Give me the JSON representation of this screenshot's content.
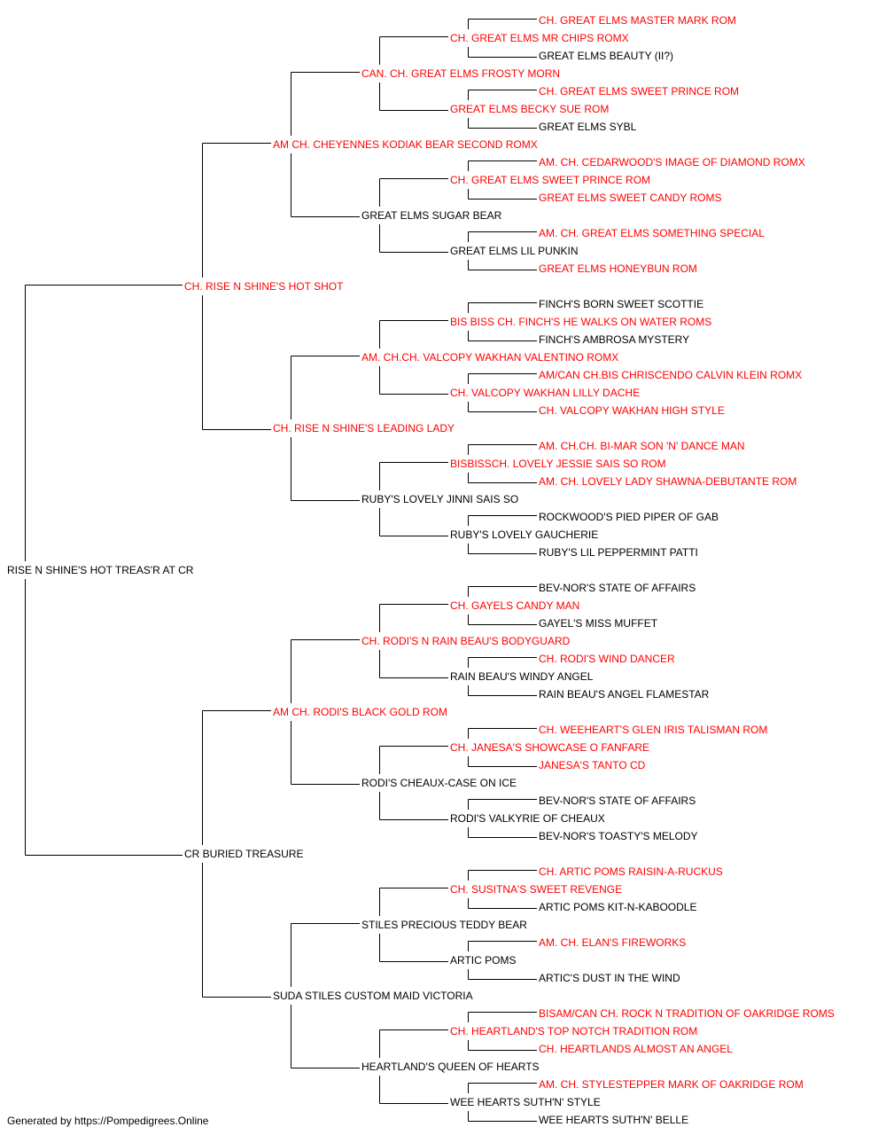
{
  "colors": {
    "champion": "#ff0000",
    "normal": "#000000",
    "line": "#000000"
  },
  "subject": {
    "name": "RISE N SHINE'S HOT TREAS'R AT CR",
    "ch": false
  },
  "gen1": [
    {
      "name": "CH. RISE N SHINE'S HOT SHOT",
      "ch": true
    },
    {
      "name": "CR BURIED TREASURE",
      "ch": false
    }
  ],
  "gen2": [
    {
      "name": "AM CH. CHEYENNES KODIAK BEAR SECOND ROMX",
      "ch": true
    },
    {
      "name": "CH. RISE N SHINE'S LEADING LADY",
      "ch": true
    },
    {
      "name": "AM CH. RODI'S BLACK GOLD ROM",
      "ch": true
    },
    {
      "name": "SUDA STILES CUSTOM MAID VICTORIA",
      "ch": false
    }
  ],
  "gen3": [
    {
      "name": "CAN. CH. GREAT ELMS FROSTY MORN",
      "ch": true
    },
    {
      "name": "GREAT ELMS SUGAR BEAR",
      "ch": false
    },
    {
      "name": "AM. CH.CH. VALCOPY WAKHAN VALENTINO ROMX",
      "ch": true
    },
    {
      "name": "RUBY'S LOVELY JINNI SAIS SO",
      "ch": false
    },
    {
      "name": "CH. RODI'S N RAIN BEAU'S BODYGUARD",
      "ch": true
    },
    {
      "name": "RODI'S CHEAUX-CASE ON ICE",
      "ch": false
    },
    {
      "name": "STILES PRECIOUS TEDDY BEAR",
      "ch": false
    },
    {
      "name": "HEARTLAND'S QUEEN OF HEARTS",
      "ch": false
    }
  ],
  "gen4": [
    {
      "name": "CH. GREAT ELMS MR CHIPS ROMX",
      "ch": true
    },
    {
      "name": "GREAT ELMS BECKY SUE ROM",
      "ch": true
    },
    {
      "name": "CH. GREAT ELMS SWEET PRINCE ROM",
      "ch": true
    },
    {
      "name": "GREAT ELMS LIL PUNKIN",
      "ch": false
    },
    {
      "name": "BIS BISS CH. FINCH'S HE WALKS ON WATER ROMS",
      "ch": true
    },
    {
      "name": "CH. VALCOPY WAKHAN LILLY DACHE",
      "ch": true
    },
    {
      "name": "BISBISSCH. LOVELY JESSIE SAIS SO ROM",
      "ch": true
    },
    {
      "name": "RUBY'S LOVELY GAUCHERIE",
      "ch": false
    },
    {
      "name": "CH. GAYELS CANDY MAN",
      "ch": true
    },
    {
      "name": "RAIN BEAU'S WINDY ANGEL",
      "ch": false
    },
    {
      "name": "CH. JANESA'S SHOWCASE O FANFARE",
      "ch": true
    },
    {
      "name": "RODI'S VALKYRIE OF CHEAUX",
      "ch": false
    },
    {
      "name": "CH. SUSITNA'S SWEET REVENGE",
      "ch": true
    },
    {
      "name": "ARTIC POMS",
      "ch": false
    },
    {
      "name": "CH. HEARTLAND'S TOP NOTCH TRADITION ROM",
      "ch": true
    },
    {
      "name": "WEE HEARTS SUTH'N' STYLE",
      "ch": false
    }
  ],
  "gen5": [
    {
      "name": "CH. GREAT ELMS MASTER MARK ROM",
      "ch": true
    },
    {
      "name": "GREAT ELMS BEAUTY (II?)",
      "ch": false
    },
    {
      "name": "CH. GREAT ELMS SWEET PRINCE ROM",
      "ch": true
    },
    {
      "name": "GREAT ELMS SYBL",
      "ch": false
    },
    {
      "name": "AM. CH. CEDARWOOD'S IMAGE OF DIAMOND ROMX",
      "ch": true
    },
    {
      "name": "GREAT ELMS SWEET CANDY ROMS",
      "ch": true
    },
    {
      "name": "AM. CH. GREAT ELMS SOMETHING SPECIAL",
      "ch": true
    },
    {
      "name": "GREAT ELMS HONEYBUN ROM",
      "ch": true
    },
    {
      "name": "FINCH'S BORN SWEET SCOTTIE",
      "ch": false
    },
    {
      "name": "FINCH'S AMBROSA MYSTERY",
      "ch": false
    },
    {
      "name": "AM/CAN CH.BIS CHRISCENDO CALVIN KLEIN ROMX",
      "ch": true
    },
    {
      "name": "CH. VALCOPY WAKHAN HIGH STYLE",
      "ch": true
    },
    {
      "name": "AM. CH.CH. BI-MAR SON 'N' DANCE MAN",
      "ch": true
    },
    {
      "name": "AM. CH. LOVELY LADY SHAWNA-DEBUTANTE ROM",
      "ch": true
    },
    {
      "name": "ROCKWOOD'S PIED PIPER OF GAB",
      "ch": false
    },
    {
      "name": "RUBY'S LIL PEPPERMINT PATTI",
      "ch": false
    },
    {
      "name": "BEV-NOR'S STATE OF AFFAIRS",
      "ch": false
    },
    {
      "name": "GAYEL'S MISS MUFFET",
      "ch": false
    },
    {
      "name": "CH. RODI'S WIND DANCER",
      "ch": true
    },
    {
      "name": "RAIN BEAU'S ANGEL FLAMESTAR",
      "ch": false
    },
    {
      "name": "CH. WEEHEART'S GLEN IRIS TALISMAN ROM",
      "ch": true
    },
    {
      "name": "JANESA'S TANTO CD",
      "ch": true
    },
    {
      "name": "BEV-NOR'S STATE OF AFFAIRS",
      "ch": false
    },
    {
      "name": "BEV-NOR'S TOASTY'S MELODY",
      "ch": false
    },
    {
      "name": "CH. ARTIC POMS RAISIN-A-RUCKUS",
      "ch": true
    },
    {
      "name": "ARTIC POMS KIT-N-KABOODLE",
      "ch": false
    },
    {
      "name": "AM. CH. ELAN'S FIREWORKS",
      "ch": true
    },
    {
      "name": "ARTIC'S DUST IN THE WIND",
      "ch": false
    },
    {
      "name": "BISAM/CAN CH. ROCK N TRADITION OF OAKRIDGE ROMS",
      "ch": true
    },
    {
      "name": "CH. HEARTLANDS ALMOST AN ANGEL",
      "ch": true
    },
    {
      "name": "AM. CH. STYLESTEPPER MARK OF OAKRIDGE ROM",
      "ch": true
    },
    {
      "name": "WEE HEARTS SUTH'N' BELLE",
      "ch": false
    }
  ],
  "footer": "Generated by https://Pompedigrees.Online"
}
